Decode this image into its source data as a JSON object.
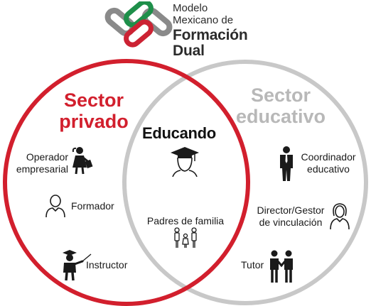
{
  "logo": {
    "line1": "Modelo",
    "line2": "Mexicano de",
    "line3": "Formación",
    "line4": "Dual",
    "colors": {
      "green": "#1e8f4a",
      "red": "#cc2233",
      "gray": "#8a8a8a"
    }
  },
  "diagram": {
    "colors": {
      "privado": "#d21f2d",
      "educativo": "#c8c8c8"
    },
    "privado": {
      "line1": "Sector",
      "line2": "privado",
      "roles": [
        {
          "line1": "Operador",
          "line2": "empresarial",
          "icon": "female-worker-icon"
        },
        {
          "line1": "Formador",
          "line2": "",
          "icon": "person-outline-icon"
        },
        {
          "line1": "Instructor",
          "line2": "",
          "icon": "teacher-pointing-icon"
        }
      ]
    },
    "center": {
      "title": "Educando",
      "icon": "graduate-icon",
      "role": "Padres de familia",
      "role_icon": "family-icon"
    },
    "educativo": {
      "line1": "Sector",
      "line2": "educativo",
      "roles": [
        {
          "line1": "Coordinador",
          "line2": "educativo",
          "icon": "businessman-icon"
        },
        {
          "line1": "Director/Gestor",
          "line2": "de vinculación",
          "icon": "woman-outline-icon"
        },
        {
          "line1": "Tutor",
          "line2": "",
          "icon": "handshake-icon"
        }
      ]
    }
  }
}
